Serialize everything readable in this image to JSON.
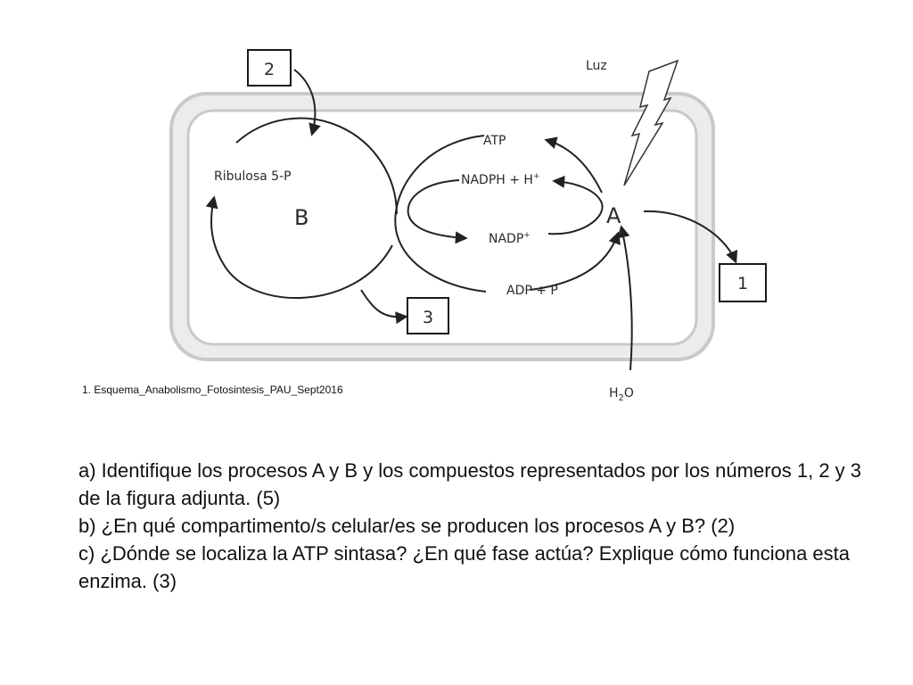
{
  "diagram": {
    "light_label": "Luz",
    "ribulose_label": "Ribulosa 5-P",
    "process_b": "B",
    "process_a": "A",
    "atp_label": "ATP",
    "nadph_label": "NADPH + H",
    "nadph_sup": "+",
    "nadp_label": "NADP",
    "nadp_sup": "+",
    "adp_label": "ADP + P",
    "water_label": "H",
    "water_sub": "2",
    "water_o": "O",
    "box_1": "1",
    "box_2": "2",
    "box_3": "3",
    "colors": {
      "membrane": "#c9c9c9",
      "membrane_fill": "#ececec",
      "inner": "#ffffff",
      "ink": "#222222"
    }
  },
  "caption": "1. Esquema_Anabolismo_Fotosintesis_PAU_Sept2016",
  "questions": {
    "a": "a) Identifique los procesos A y B y los compuestos representados por los números 1, 2 y 3 de la figura adjunta. (5)",
    "b": "b) ¿En qué compartimento/s celular/es se producen los procesos A y B? (2)",
    "c": "c) ¿Dónde se localiza la ATP sintasa? ¿En qué fase actúa? Explique cómo funciona esta enzima. (3)"
  }
}
